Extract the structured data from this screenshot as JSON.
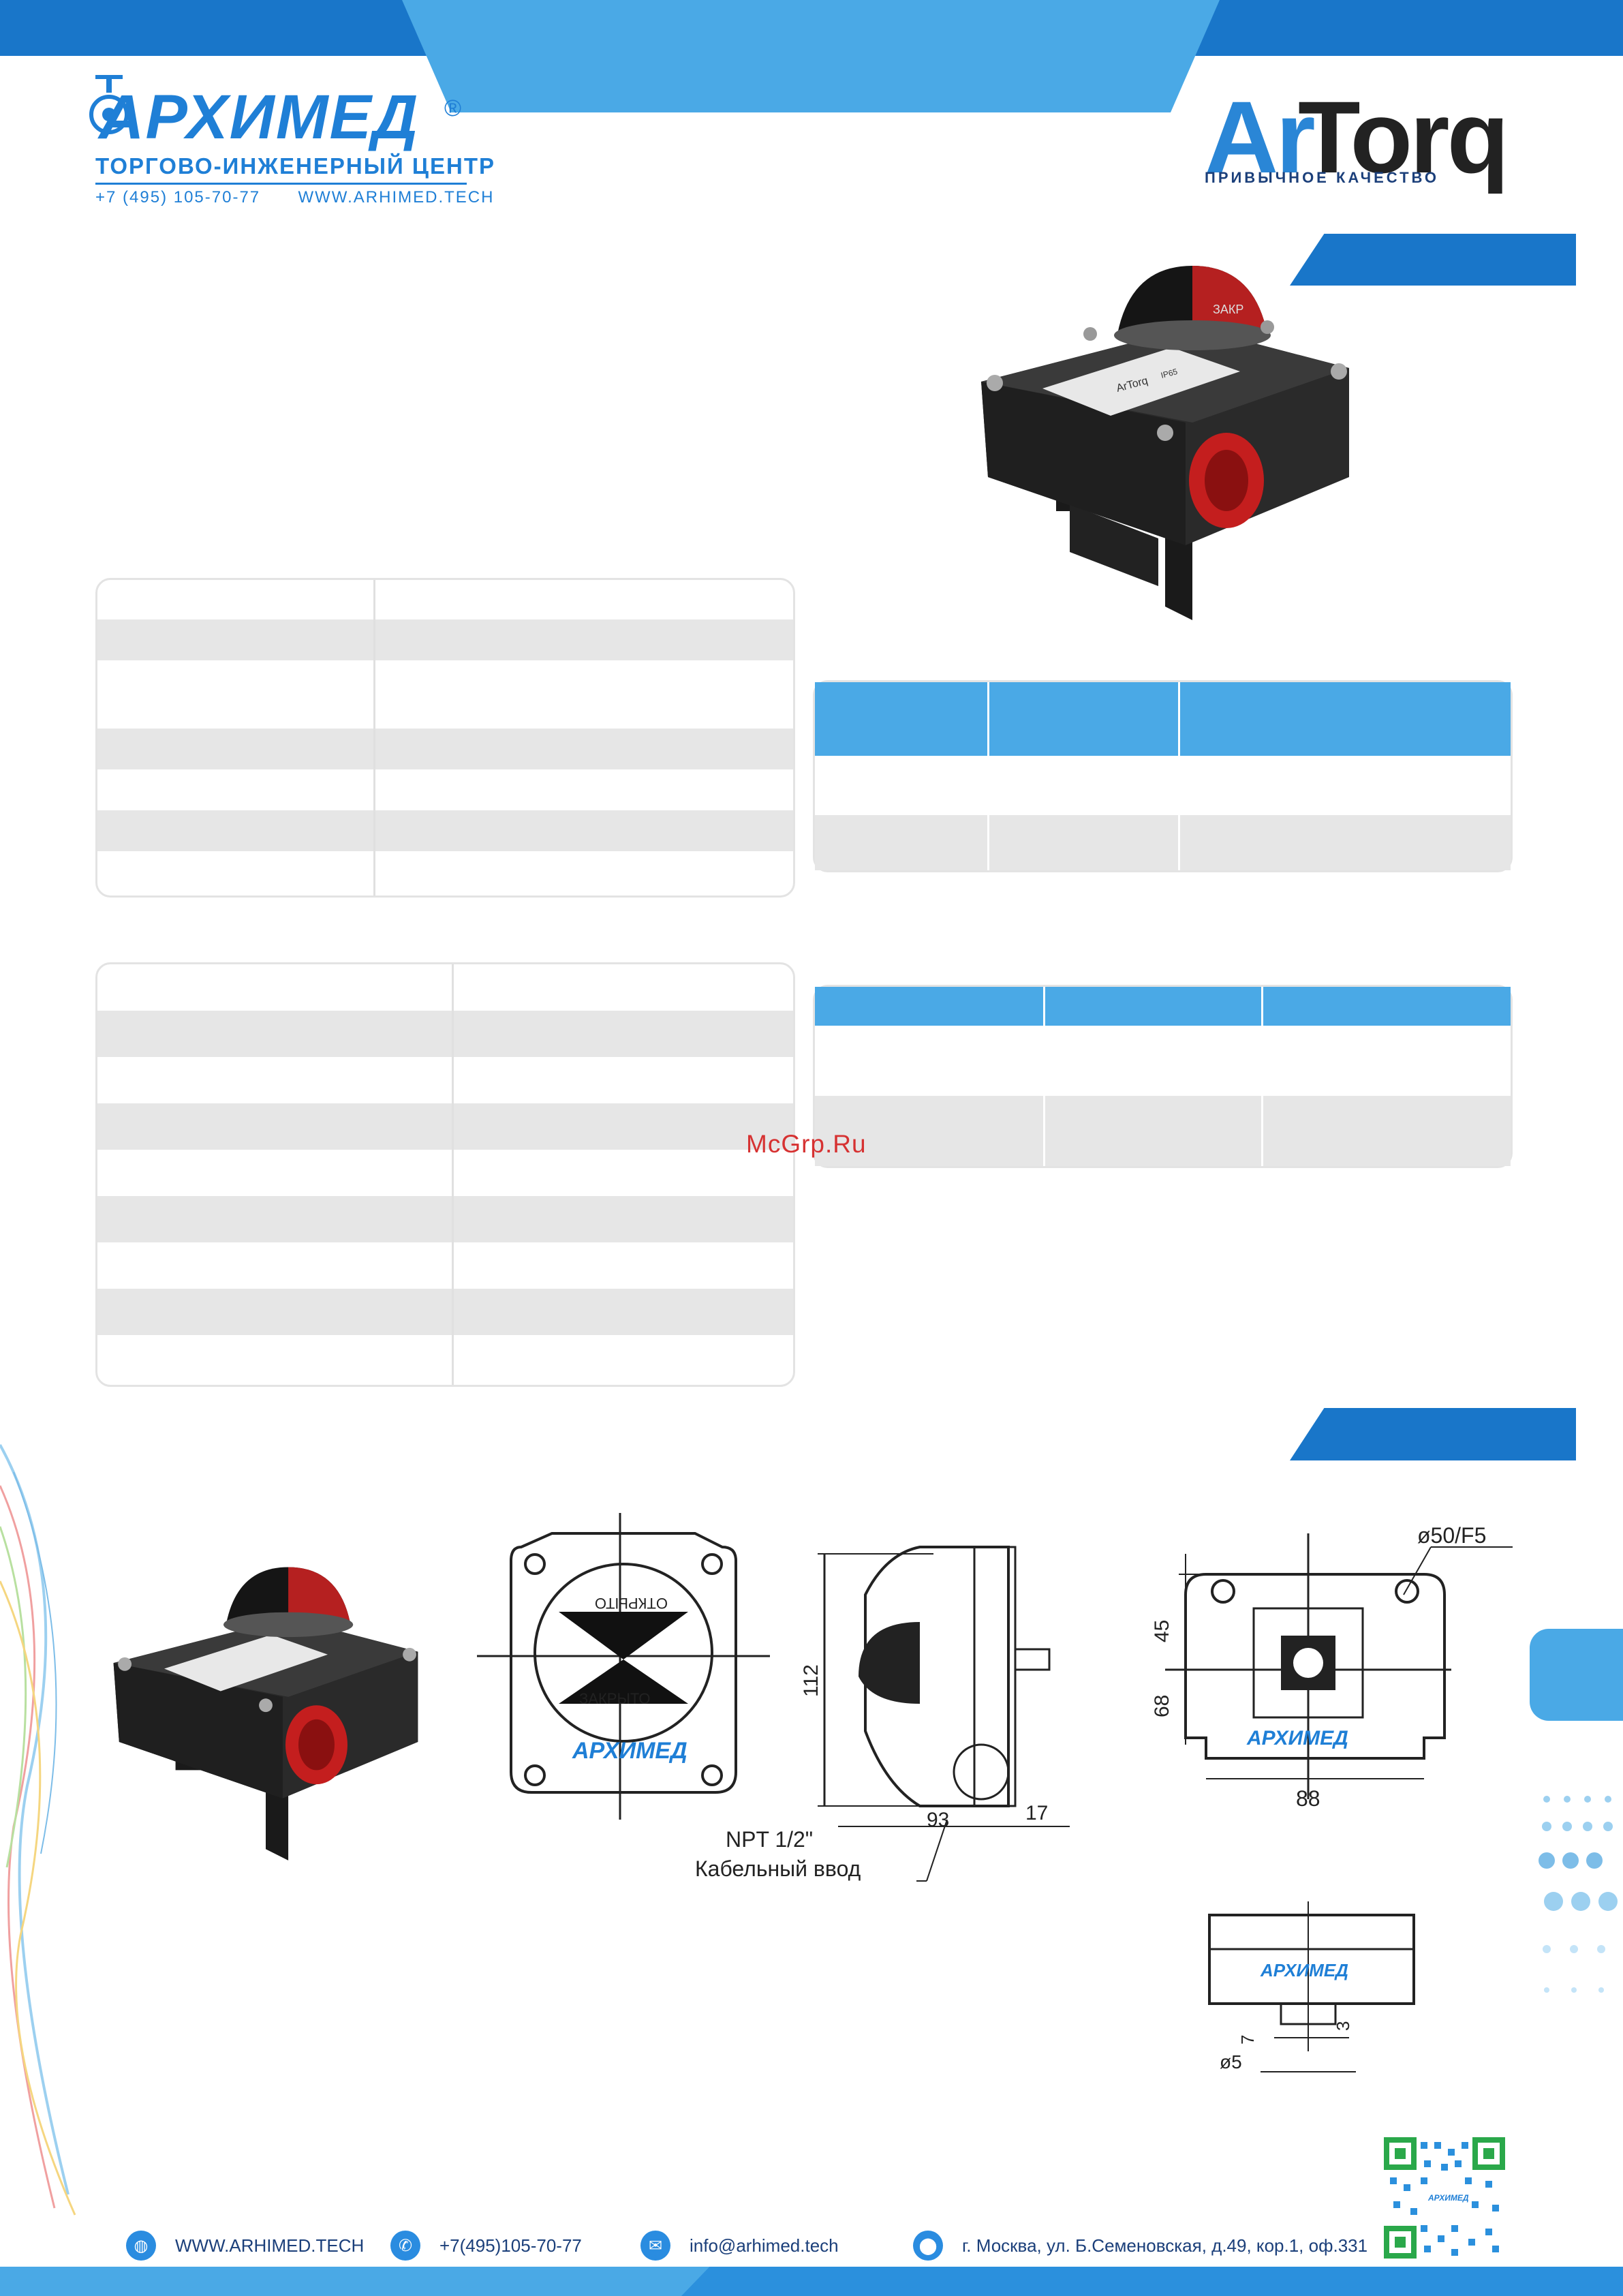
{
  "header": {
    "company_wordmark": "АРХИМЕД",
    "registered_mark": "®",
    "company_tagline": "ТОРГОВО-ИНЖЕНЕРНЫЙ ЦЕНТР",
    "phone": "+7 (495) 105-70-77",
    "website": "WWW.ARHIMED.TECH",
    "brand_part1": "Ar",
    "brand_part2": "Torq",
    "brand_slogan": "ПРИВЫЧНОЕ КАЧЕСТВО"
  },
  "product_photo": {
    "label_brand": "ArTorq",
    "label_rating": "IP65",
    "dome_text": "ЗАКР"
  },
  "watermark": "McGrp.Ru",
  "drawings": {
    "front_view": {
      "open_label": "ОТКРЫТО",
      "closed_label": "ЗАКРЫТО",
      "logo_text": "АРХИМЕД"
    },
    "side_view": {
      "dim_height": "112",
      "dim_depth": "93",
      "dim_shaft": "17",
      "thread_label": "NPT 1/2\"",
      "cable_label": "Кабельный ввод"
    },
    "top_view": {
      "dim_circle": "ø50/F5",
      "dim_upper": "45",
      "dim_lower": "68",
      "dim_width": "88",
      "logo_text": "АРХИМЕД"
    },
    "bottom_view": {
      "dim_7": "7",
      "dim_3": "3",
      "dim_diam": "ø5",
      "logo_text": "АРХИМЕД"
    }
  },
  "footer": {
    "website": "WWW.ARHIMED.TECH",
    "phone": "+7(495)105-70-77",
    "email": "info@arhimed.tech",
    "address": "г. Москва, ул. Б.Семеновская, д.49, кор.1, оф.331"
  },
  "colors": {
    "primary_blue": "#1976c9",
    "light_blue": "#4aa9e6",
    "table_gray": "#e6e6e6"
  }
}
